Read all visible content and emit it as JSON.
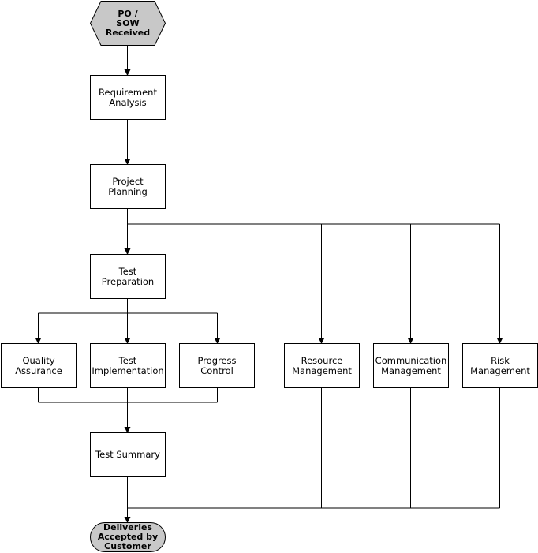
{
  "start": {
    "label": "PO /\nSOW\nReceived"
  },
  "end": {
    "label": "Deliveries\nAccepted by\nCustomer"
  },
  "nodes": {
    "requirement_analysis": "Requirement\nAnalysis",
    "project_planning": "Project Planning",
    "test_preparation": "Test Preparation",
    "quality_assurance": "Quality\nAssurance",
    "test_implementation": "Test\nImplementation",
    "progress_control": "Progress Control",
    "test_summary": "Test Summary",
    "resource_management": "Resource\nManagement",
    "communication_management": "Communication\nManagement",
    "risk_management": "Risk\nManagement"
  },
  "colors": {
    "terminal_fill": "#c8c8c8",
    "box_fill": "#ffffff",
    "line": "#000000"
  }
}
